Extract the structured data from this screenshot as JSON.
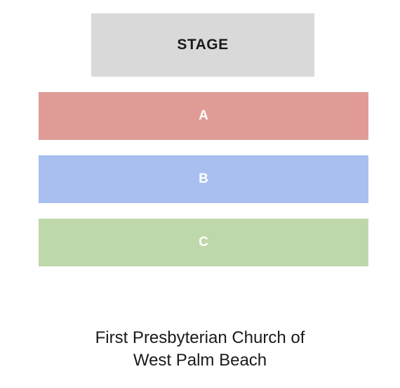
{
  "stage": {
    "label": "STAGE",
    "color": "#d9d9d9"
  },
  "sections": [
    {
      "label": "A",
      "color": "#e09b97"
    },
    {
      "label": "B",
      "color": "#a8bff0"
    },
    {
      "label": "C",
      "color": "#bfd8ab"
    }
  ],
  "venue": {
    "line1": "First Presbyterian Church of",
    "line2": "West Palm Beach"
  }
}
